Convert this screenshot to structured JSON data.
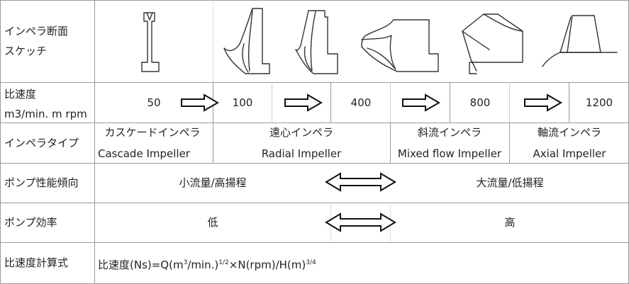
{
  "row_labels": {
    "sketch_1": "インペラ断面",
    "sketch_2": "スケッチ",
    "specific_speed_1": "比速度",
    "specific_speed_2": "m3/min. m rpm",
    "impeller_type": "インペラタイプ",
    "pump_trend": "ポンプ性能傾向",
    "pump_efficiency": "ポンプ効率",
    "formula": "比速度計算式"
  },
  "specific_speed_values": [
    "50",
    "100",
    "400",
    "800",
    "1200"
  ],
  "impeller_types": [
    {
      "ja": "カスケードインペラ",
      "en": "Cascade Impeller"
    },
    {
      "ja": "遠心インペラ",
      "en": "Radial Impeller"
    },
    {
      "ja": "斜流インペラ",
      "en": "Mixed flow Impeller"
    },
    {
      "ja": "軸流インペラ",
      "en": "Axial Impeller"
    }
  ],
  "performance": {
    "left": "小流量/高揚程",
    "right": "大流量/低揚程"
  },
  "efficiency": {
    "left": "低",
    "right": "高"
  },
  "formula": {
    "part1": "比速度(Ns)=Q(m",
    "exp1": "3",
    "part2": "/min.)",
    "exp2": "1/2",
    "part3": "×N(rpm)/H(m)",
    "exp3": "3/4"
  },
  "colors": {
    "grid": "#9a9a9a",
    "text": "#222222",
    "shape": "#333333"
  }
}
